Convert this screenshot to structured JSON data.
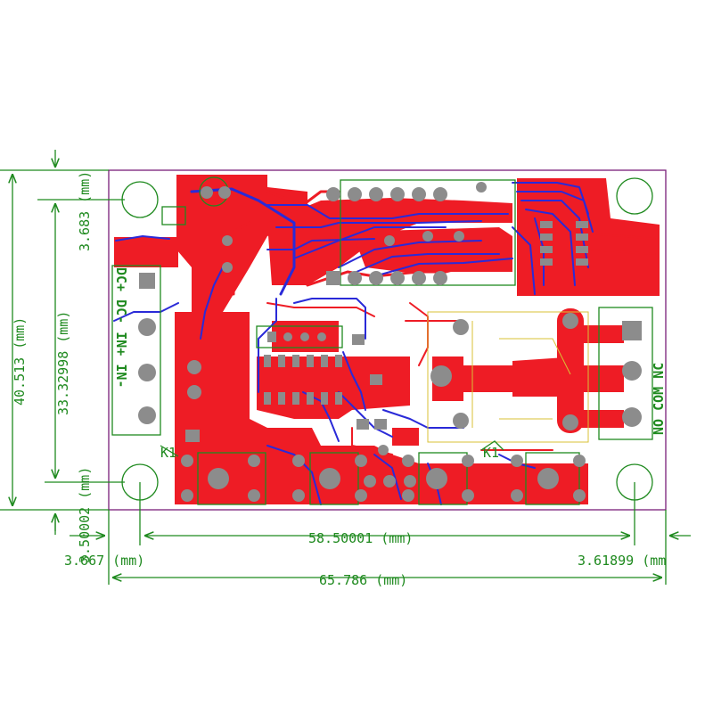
{
  "dimensions": {
    "total_width": "65.786 (mm)",
    "hole_spacing_x": "58.50001 (mm)",
    "left_offset": "3.667 (mm)",
    "right_offset": "3.61899 (mm",
    "total_height": "40.513 (mm)",
    "hole_spacing_y": "33.32998 (mm)",
    "top_offset": "3.683 (mm)",
    "bottom_offset": "3.50002 (mm)"
  },
  "silkscreen": {
    "power_label": "DC+ DC- IN+ IN-",
    "relay_label": "NO COM NC",
    "ref_k1_left": "K1",
    "ref_k1_right": "K1"
  },
  "colors": {
    "top_copper": "#ee1c25",
    "bottom_copper": "#2a2ad8",
    "silkscreen": "#1f8a1f",
    "board_outline": "#7a1e7a",
    "pads": "#8c8c8c"
  }
}
